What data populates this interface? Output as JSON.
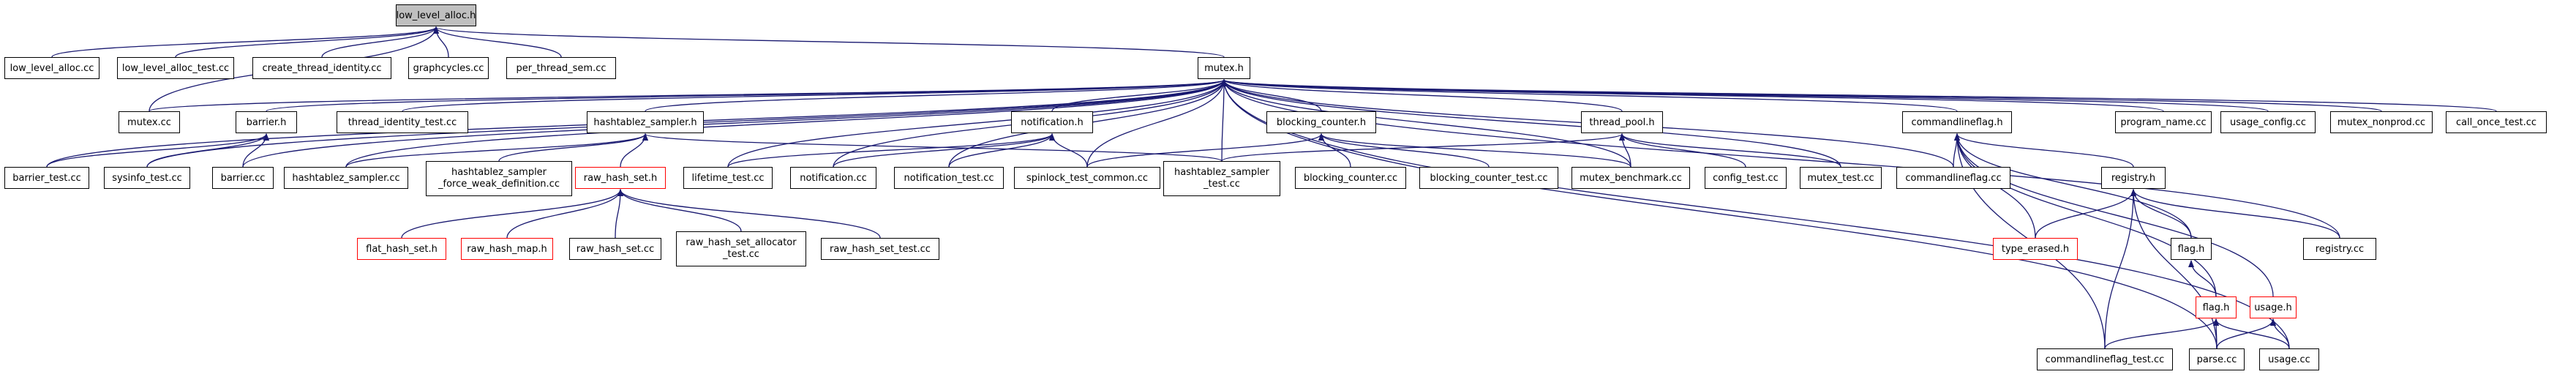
{
  "graph": {
    "colors": {
      "edge": "#191970",
      "node_border": "#000000",
      "missing_border": "#ff0000",
      "root_fill": "#bfbfbf"
    },
    "nodes": [
      {
        "id": "low_level_alloc_h",
        "label": "low_level_alloc.h",
        "root": true
      },
      {
        "id": "low_level_alloc_cc",
        "label": "low_level_alloc.cc"
      },
      {
        "id": "low_level_alloc_test_cc",
        "label": "low_level_alloc_test.cc"
      },
      {
        "id": "create_thread_identity_cc",
        "label": "create_thread_identity.cc"
      },
      {
        "id": "graphcycles_cc",
        "label": "graphcycles.cc"
      },
      {
        "id": "per_thread_sem_cc",
        "label": "per_thread_sem.cc"
      },
      {
        "id": "mutex_h",
        "label": "mutex.h"
      },
      {
        "id": "mutex_cc",
        "label": "mutex.cc"
      },
      {
        "id": "barrier_h",
        "label": "barrier.h"
      },
      {
        "id": "thread_identity_test_cc",
        "label": "thread_identity_test.cc"
      },
      {
        "id": "hashtablez_sampler_h",
        "label": "hashtablez_sampler.h"
      },
      {
        "id": "notification_h",
        "label": "notification.h"
      },
      {
        "id": "blocking_counter_h",
        "label": "blocking_counter.h"
      },
      {
        "id": "thread_pool_h",
        "label": "thread_pool.h"
      },
      {
        "id": "commandlineflag_h",
        "label": "commandlineflag.h"
      },
      {
        "id": "program_name_cc",
        "label": "program_name.cc"
      },
      {
        "id": "usage_config_cc",
        "label": "usage_config.cc"
      },
      {
        "id": "mutex_nonprod_cc",
        "label": "mutex_nonprod.cc"
      },
      {
        "id": "call_once_test_cc",
        "label": "call_once_test.cc"
      },
      {
        "id": "barrier_test_cc",
        "label": "barrier_test.cc"
      },
      {
        "id": "sysinfo_test_cc",
        "label": "sysinfo_test.cc"
      },
      {
        "id": "barrier_cc",
        "label": "barrier.cc"
      },
      {
        "id": "hashtablez_sampler_cc",
        "label": "hashtablez_sampler.cc"
      },
      {
        "id": "hashtablez_sampler_force_weak_definition_cc",
        "label": "hashtablez_sampler\n_force_weak_definition.cc"
      },
      {
        "id": "raw_hash_set_h",
        "label": "raw_hash_set.h",
        "missing": true
      },
      {
        "id": "lifetime_test_cc",
        "label": "lifetime_test.cc"
      },
      {
        "id": "notification_cc",
        "label": "notification.cc"
      },
      {
        "id": "notification_test_cc",
        "label": "notification_test.cc"
      },
      {
        "id": "spinlock_test_common_cc",
        "label": "spinlock_test_common.cc"
      },
      {
        "id": "hashtablez_sampler_test_cc",
        "label": "hashtablez_sampler\n_test.cc"
      },
      {
        "id": "blocking_counter_cc",
        "label": "blocking_counter.cc"
      },
      {
        "id": "blocking_counter_test_cc",
        "label": "blocking_counter_test.cc"
      },
      {
        "id": "mutex_benchmark_cc",
        "label": "mutex_benchmark.cc"
      },
      {
        "id": "config_test_cc",
        "label": "config_test.cc"
      },
      {
        "id": "mutex_test_cc",
        "label": "mutex_test.cc"
      },
      {
        "id": "commandlineflag_cc",
        "label": "commandlineflag.cc"
      },
      {
        "id": "registry_h",
        "label": "registry.h"
      },
      {
        "id": "registry_cc",
        "label": "registry.cc"
      },
      {
        "id": "type_erased_h",
        "label": "type_erased.h",
        "missing": true
      },
      {
        "id": "flag_h_a",
        "label": "flag.h"
      },
      {
        "id": "flag_h_b",
        "label": "flag.h",
        "missing": true
      },
      {
        "id": "usage_h",
        "label": "usage.h",
        "missing": true
      },
      {
        "id": "flat_hash_set_h",
        "label": "flat_hash_set.h",
        "missing": true
      },
      {
        "id": "raw_hash_map_h",
        "label": "raw_hash_map.h",
        "missing": true
      },
      {
        "id": "raw_hash_set_cc",
        "label": "raw_hash_set.cc"
      },
      {
        "id": "raw_hash_set_allocator_test_cc",
        "label": "raw_hash_set_allocator\n_test.cc"
      },
      {
        "id": "raw_hash_set_test_cc",
        "label": "raw_hash_set_test.cc"
      },
      {
        "id": "commandlineflag_test_cc",
        "label": "commandlineflag_test.cc"
      },
      {
        "id": "parse_cc",
        "label": "parse.cc"
      },
      {
        "id": "usage_cc",
        "label": "usage.cc"
      }
    ],
    "edges": [
      [
        "low_level_alloc_h",
        "low_level_alloc_cc"
      ],
      [
        "low_level_alloc_h",
        "low_level_alloc_test_cc"
      ],
      [
        "low_level_alloc_h",
        "create_thread_identity_cc"
      ],
      [
        "low_level_alloc_h",
        "graphcycles_cc"
      ],
      [
        "low_level_alloc_h",
        "per_thread_sem_cc"
      ],
      [
        "low_level_alloc_h",
        "mutex_h"
      ],
      [
        "low_level_alloc_h",
        "mutex_cc"
      ],
      [
        "mutex_h",
        "mutex_cc"
      ],
      [
        "mutex_h",
        "barrier_h"
      ],
      [
        "mutex_h",
        "thread_identity_test_cc"
      ],
      [
        "mutex_h",
        "hashtablez_sampler_h"
      ],
      [
        "mutex_h",
        "notification_h"
      ],
      [
        "mutex_h",
        "blocking_counter_h"
      ],
      [
        "mutex_h",
        "thread_pool_h"
      ],
      [
        "mutex_h",
        "commandlineflag_h"
      ],
      [
        "mutex_h",
        "program_name_cc"
      ],
      [
        "mutex_h",
        "usage_config_cc"
      ],
      [
        "mutex_h",
        "mutex_nonprod_cc"
      ],
      [
        "mutex_h",
        "call_once_test_cc"
      ],
      [
        "mutex_h",
        "barrier_test_cc"
      ],
      [
        "mutex_h",
        "sysinfo_test_cc"
      ],
      [
        "mutex_h",
        "barrier_cc"
      ],
      [
        "mutex_h",
        "hashtablez_sampler_cc"
      ],
      [
        "mutex_h",
        "lifetime_test_cc"
      ],
      [
        "mutex_h",
        "notification_cc"
      ],
      [
        "mutex_h",
        "notification_test_cc"
      ],
      [
        "mutex_h",
        "spinlock_test_common_cc"
      ],
      [
        "mutex_h",
        "hashtablez_sampler_test_cc"
      ],
      [
        "mutex_h",
        "mutex_benchmark_cc"
      ],
      [
        "mutex_h",
        "mutex_test_cc"
      ],
      [
        "mutex_h",
        "commandlineflag_cc"
      ],
      [
        "mutex_h",
        "registry_cc"
      ],
      [
        "mutex_h",
        "parse_cc"
      ],
      [
        "mutex_h",
        "usage_cc"
      ],
      [
        "barrier_h",
        "barrier_test_cc"
      ],
      [
        "barrier_h",
        "sysinfo_test_cc"
      ],
      [
        "barrier_h",
        "barrier_cc"
      ],
      [
        "hashtablez_sampler_h",
        "hashtablez_sampler_cc"
      ],
      [
        "hashtablez_sampler_h",
        "hashtablez_sampler_force_weak_definition_cc"
      ],
      [
        "hashtablez_sampler_h",
        "raw_hash_set_h"
      ],
      [
        "hashtablez_sampler_h",
        "hashtablez_sampler_test_cc"
      ],
      [
        "notification_h",
        "lifetime_test_cc"
      ],
      [
        "notification_h",
        "notification_cc"
      ],
      [
        "notification_h",
        "notification_test_cc"
      ],
      [
        "notification_h",
        "spinlock_test_common_cc"
      ],
      [
        "blocking_counter_h",
        "spinlock_test_common_cc"
      ],
      [
        "blocking_counter_h",
        "blocking_counter_cc"
      ],
      [
        "blocking_counter_h",
        "blocking_counter_test_cc"
      ],
      [
        "blocking_counter_h",
        "mutex_benchmark_cc"
      ],
      [
        "thread_pool_h",
        "hashtablez_sampler_test_cc"
      ],
      [
        "thread_pool_h",
        "config_test_cc"
      ],
      [
        "thread_pool_h",
        "mutex_benchmark_cc"
      ],
      [
        "thread_pool_h",
        "mutex_test_cc"
      ],
      [
        "commandlineflag_h",
        "commandlineflag_cc"
      ],
      [
        "commandlineflag_h",
        "registry_h"
      ],
      [
        "commandlineflag_h",
        "type_erased_h"
      ],
      [
        "commandlineflag_h",
        "flag_h_a"
      ],
      [
        "commandlineflag_h",
        "flag_h_b"
      ],
      [
        "commandlineflag_h",
        "usage_h"
      ],
      [
        "commandlineflag_h",
        "commandlineflag_test_cc"
      ],
      [
        "raw_hash_set_h",
        "flat_hash_set_h"
      ],
      [
        "raw_hash_set_h",
        "raw_hash_map_h"
      ],
      [
        "raw_hash_set_h",
        "raw_hash_set_cc"
      ],
      [
        "raw_hash_set_h",
        "raw_hash_set_allocator_test_cc"
      ],
      [
        "raw_hash_set_h",
        "raw_hash_set_test_cc"
      ],
      [
        "registry_h",
        "type_erased_h"
      ],
      [
        "registry_h",
        "flag_h_a"
      ],
      [
        "registry_h",
        "registry_cc"
      ],
      [
        "registry_h",
        "commandlineflag_test_cc"
      ],
      [
        "registry_h",
        "parse_cc"
      ],
      [
        "flag_h_a",
        "flag_h_b"
      ],
      [
        "flag_h_b",
        "commandlineflag_test_cc"
      ],
      [
        "flag_h_b",
        "parse_cc"
      ],
      [
        "flag_h_b",
        "usage_cc"
      ],
      [
        "usage_h",
        "parse_cc"
      ],
      [
        "usage_h",
        "usage_cc"
      ]
    ]
  }
}
